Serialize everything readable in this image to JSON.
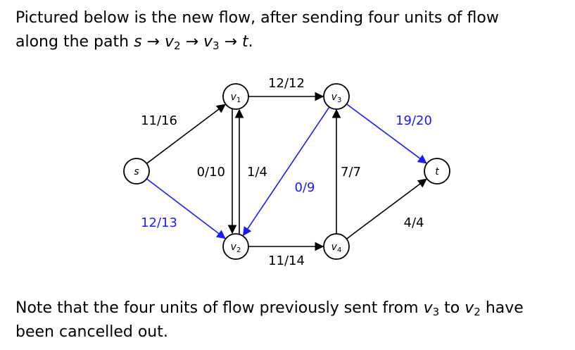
{
  "intro": {
    "line1": "Pictured below is the new flow, after sending four units of flow",
    "line2_prefix": "along the path",
    "path": [
      {
        "base": "s",
        "sub": ""
      },
      {
        "base": "v",
        "sub": "2"
      },
      {
        "base": "v",
        "sub": "3"
      },
      {
        "base": "t",
        "sub": ""
      }
    ],
    "arrow": "→",
    "line2_suffix": "."
  },
  "nodes": [
    {
      "id": "s",
      "base": "s",
      "sub": ""
    },
    {
      "id": "v1",
      "base": "v",
      "sub": "1"
    },
    {
      "id": "v2",
      "base": "v",
      "sub": "2"
    },
    {
      "id": "v3",
      "base": "v",
      "sub": "3"
    },
    {
      "id": "v4",
      "base": "v",
      "sub": "4"
    },
    {
      "id": "t",
      "base": "t",
      "sub": ""
    }
  ],
  "edges": [
    {
      "from": "s",
      "to": "v1",
      "label": "11/16",
      "color": "#000000"
    },
    {
      "from": "s",
      "to": "v2",
      "label": "12/13",
      "color": "#1a1aff"
    },
    {
      "from": "v1",
      "to": "v3",
      "label": "12/12",
      "color": "#000000"
    },
    {
      "from": "v1",
      "to": "v2",
      "label": "0/10",
      "color": "#000000"
    },
    {
      "from": "v2",
      "to": "v1",
      "label": "1/4",
      "color": "#000000"
    },
    {
      "from": "v3",
      "to": "v2",
      "label": "0/9",
      "color": "#1a1aff"
    },
    {
      "from": "v2",
      "to": "v4",
      "label": "11/14",
      "color": "#000000"
    },
    {
      "from": "v4",
      "to": "v3",
      "label": "7/7",
      "color": "#000000"
    },
    {
      "from": "v3",
      "to": "t",
      "label": "19/20",
      "color": "#1a1aff"
    },
    {
      "from": "v4",
      "to": "t",
      "label": "4/4",
      "color": "#000000"
    }
  ],
  "note": {
    "part1": "Note that the four units of flow previously sent from",
    "from": {
      "base": "v",
      "sub": "3"
    },
    "part2": "to",
    "to": {
      "base": "v",
      "sub": "2"
    },
    "part3": "have",
    "line2": "been cancelled out."
  }
}
